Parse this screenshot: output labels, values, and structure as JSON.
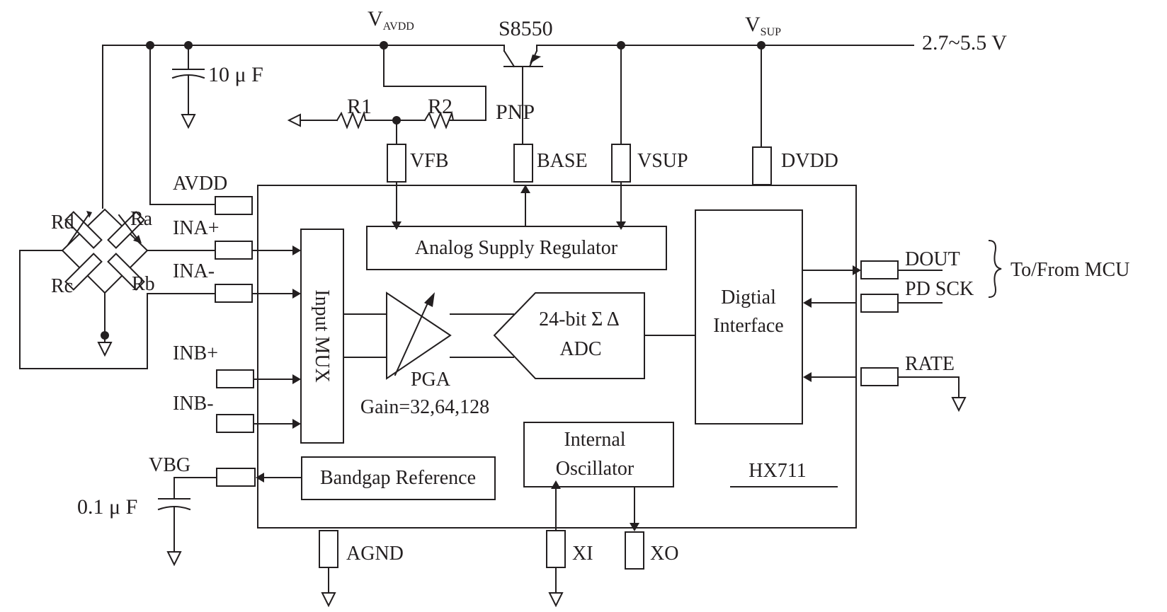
{
  "supply": {
    "vavdd_main": "V",
    "vavdd_sub": "AVDD",
    "vsup_main": "V",
    "vsup_sub": "SUP",
    "input_range": "2.7~5.5 V"
  },
  "transistor": {
    "part": "S8550",
    "type": "PNP"
  },
  "components": {
    "cap_top": "10 μ F",
    "cap_vbg": "0.1 μ F",
    "r1": "R1",
    "r2": "R2",
    "bridge": {
      "rd": "Rd",
      "ra": "Ra",
      "rc": "Rc",
      "rb": "Rb"
    }
  },
  "pins": {
    "vfb": "VFB",
    "base": "BASE",
    "vsup": "VSUP",
    "dvdd": "DVDD",
    "avdd": "AVDD",
    "ina_plus": "INA+",
    "ina_minus": "INA-",
    "inb_plus": "INB+",
    "inb_minus": "INB-",
    "vbg": "VBG",
    "agnd": "AGND",
    "xi": "XI",
    "xo": "XO",
    "dout": "DOUT",
    "pd_sck": "PD SCK",
    "rate": "RATE",
    "mcu": "To/From MCU"
  },
  "blocks": {
    "regulator": "Analog Supply Regulator",
    "mux": "Input MUX",
    "pga": "PGA",
    "gain": "Gain=32,64,128",
    "adc_line1": "24-bit Σ Δ",
    "adc_line2": "ADC",
    "digital_line1": "Digtial",
    "digital_line2": "Interface",
    "bandgap": "Bandgap Reference",
    "osc_line1": "Internal",
    "osc_line2": "Oscillator",
    "chip": "HX711"
  }
}
